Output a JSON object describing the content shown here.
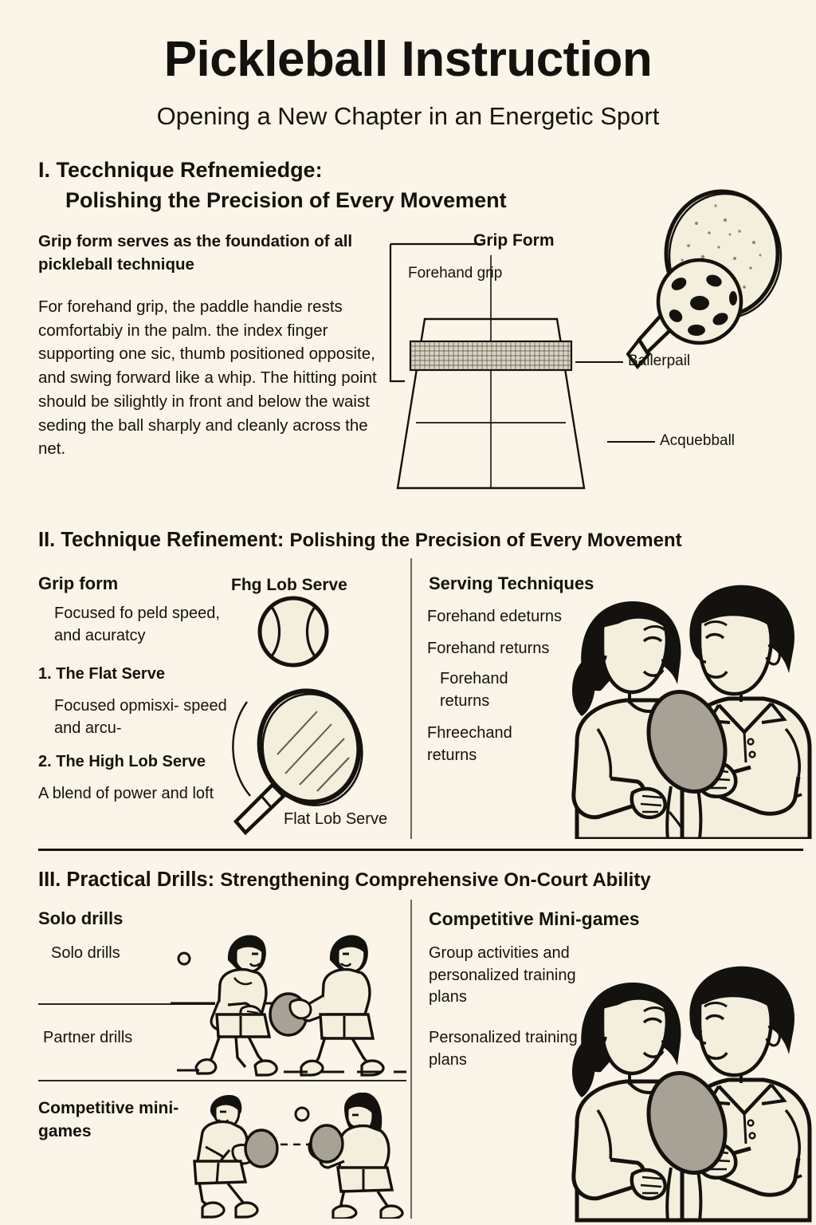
{
  "header": {
    "title": "Pickleball Instruction",
    "subtitle": "Opening a New Chapter in an Energetic Sport"
  },
  "colors": {
    "background": "#faf5e8",
    "ink": "#14120e",
    "divider": "#6d675a",
    "paddle_face": "#a8a296"
  },
  "section1": {
    "heading_line1": "I.  Tecchnique Refnemiedge:",
    "heading_line2": "Polishing the Precision of Every Movement",
    "lead": "Grip form serves as the foundation of all pickleball technique",
    "body": "For forehand grip, the paddle handie rests comfortabiy in the palm. the index finger supporting one sic, thumb positioned opposite, and swing forward like a whip. The hitting point should be silightly in front and below the waist seding the ball sharply and cleanly across the net.",
    "diagram_labels": {
      "grip_form": "Grip Form",
      "forehand_grip": "Forehand grip",
      "ballerpail": "Ballerpail",
      "acquebball": "Acquebball"
    }
  },
  "section2": {
    "heading_num": "II. Technique Refinement:",
    "heading_sub": "Polishing the Precision of Every Movement",
    "left": {
      "title": "Grip form",
      "sub1": "Focused fo peld speed, and acuratcy",
      "item1": "1. The Flat Serve",
      "item1_desc": "Focused opmisxi- speed and arcu-",
      "item2": "2. The High Lob Serve",
      "item2_desc": "A blend of power and loft"
    },
    "illustration_labels": {
      "top": "Fhg Lob Serve",
      "bottom": "Flat Lob Serve"
    },
    "right": {
      "title": "Serving Techniques",
      "line1": "Forehand edeturns",
      "line2": "Forehand returns",
      "line3": "Forehand returns",
      "line4": "Fhreechand returns"
    }
  },
  "section3": {
    "heading_num": "III. Practical Drills:",
    "heading_sub": "Strengthening Comprehensive On-Court Ability",
    "left": {
      "title": "Solo drills",
      "item1": "Solo drills",
      "item2": "Partner drills",
      "item3": "Competitive mini-games"
    },
    "right": {
      "title": "Competitive Mini-games",
      "line1": "Group activities and personalized training plans",
      "line2": "Personalized training plans"
    }
  }
}
